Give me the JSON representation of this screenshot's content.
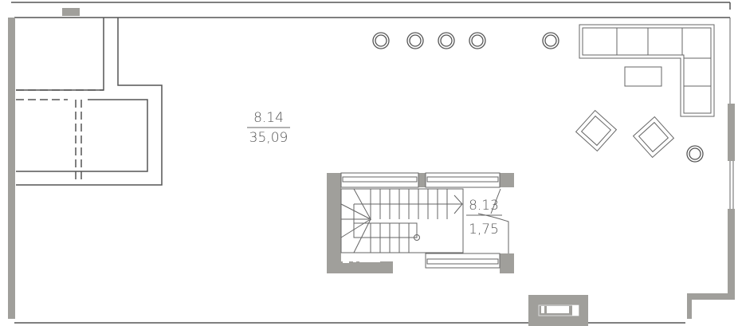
{
  "rooms": [
    {
      "number": "8.14",
      "area": "35,09"
    },
    {
      "number": "8.13",
      "area": "1,75"
    }
  ],
  "colors": {
    "wall": "#a09f9b",
    "line": "#555555"
  }
}
